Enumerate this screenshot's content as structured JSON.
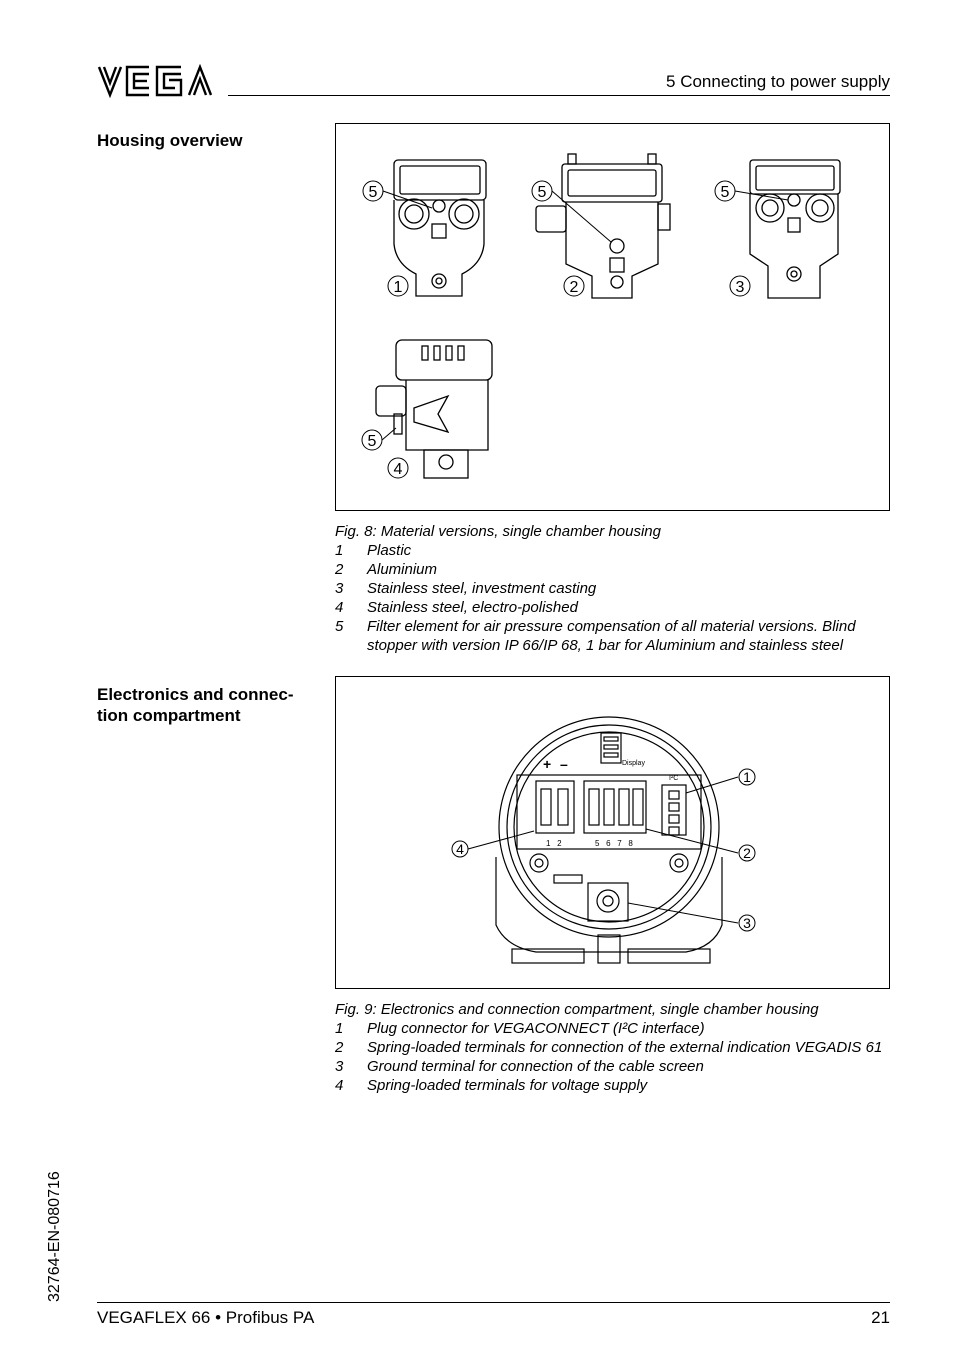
{
  "header": {
    "logo_text": "VEGA",
    "chapter": "5   Connecting to power supply"
  },
  "section1": {
    "heading": "Housing overview",
    "figure": {
      "callouts": [
        "5",
        "5",
        "5",
        "1",
        "2",
        "3",
        "5",
        "4"
      ]
    },
    "caption": {
      "title": "Fig. 8: Material versions, single chamber housing",
      "items": [
        {
          "num": "1",
          "text": "Plastic"
        },
        {
          "num": "2",
          "text": "Aluminium"
        },
        {
          "num": "3",
          "text": "Stainless steel, investment casting"
        },
        {
          "num": "4",
          "text": "Stainless steel, electro-polished"
        },
        {
          "num": "5",
          "text": "Filter element for air pressure compensation of all material versions. Blind stopper with version IP 66/IP 68, 1 bar for Aluminium and stainless steel"
        }
      ]
    }
  },
  "section2": {
    "heading": "Electronics and connec-tion compartment",
    "figure": {
      "display_label": "Display",
      "plus": "+",
      "minus": "–",
      "i2c": "I²C",
      "terminals_left": "1   2",
      "terminals_right": "5   6   7   8",
      "callouts": [
        "1",
        "2",
        "3",
        "4"
      ]
    },
    "caption": {
      "title": "Fig. 9: Electronics and connection compartment, single chamber housing",
      "items": [
        {
          "num": "1",
          "text": "Plug connector for VEGACONNECT (I²C interface)"
        },
        {
          "num": "2",
          "text": "Spring-loaded terminals for connection of the external indication VEGADIS 61"
        },
        {
          "num": "3",
          "text": "Ground terminal for connection of the cable screen"
        },
        {
          "num": "4",
          "text": "Spring-loaded terminals for voltage supply"
        }
      ]
    }
  },
  "footer": {
    "doc_id": "32764-EN-080716",
    "product": "VEGAFLEX 66 • Profibus PA",
    "page": "21"
  }
}
